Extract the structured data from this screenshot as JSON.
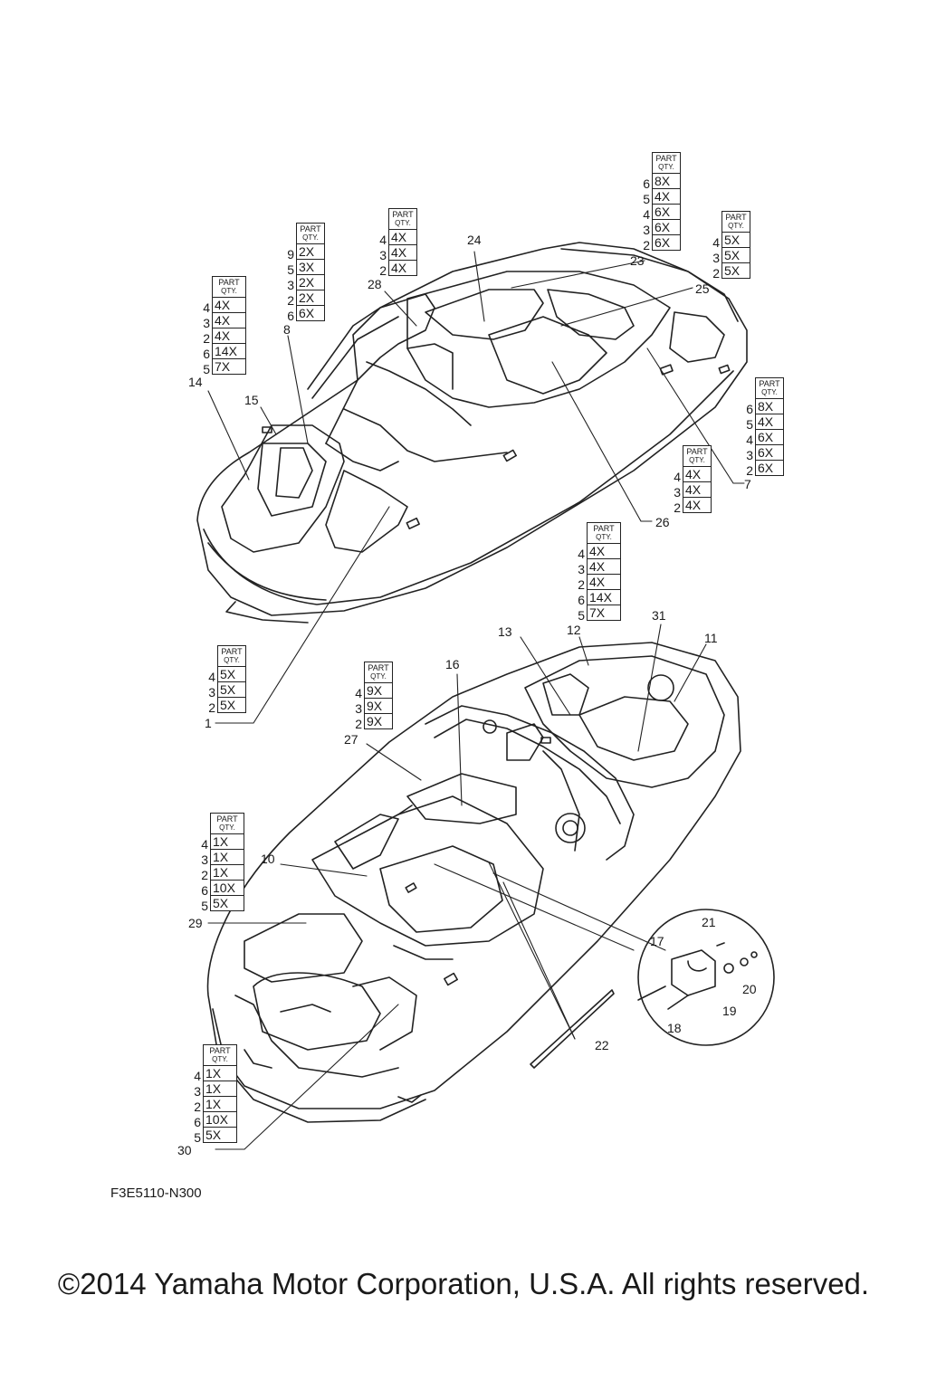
{
  "header": {
    "part": "PART",
    "qty": "QTY."
  },
  "qty_boxes": [
    {
      "id": "14",
      "rows": [
        [
          "4",
          "4X"
        ],
        [
          "3",
          "4X"
        ],
        [
          "2",
          "4X"
        ],
        [
          "6",
          "14X"
        ],
        [
          "5",
          "7X"
        ]
      ]
    },
    {
      "id": "8",
      "rows": [
        [
          "9",
          "2X"
        ],
        [
          "5",
          "3X"
        ],
        [
          "3",
          "2X"
        ],
        [
          "2",
          "2X"
        ],
        [
          "6",
          "6X"
        ]
      ]
    },
    {
      "id": "28",
      "rows": [
        [
          "4",
          "4X"
        ],
        [
          "3",
          "4X"
        ],
        [
          "2",
          "4X"
        ]
      ]
    },
    {
      "id": "23",
      "rows": [
        [
          "6",
          "8X"
        ],
        [
          "5",
          "4X"
        ],
        [
          "4",
          "6X"
        ],
        [
          "3",
          "6X"
        ],
        [
          "2",
          "6X"
        ]
      ]
    },
    {
      "id": "25",
      "rows": [
        [
          "4",
          "5X"
        ],
        [
          "3",
          "5X"
        ],
        [
          "2",
          "5X"
        ]
      ]
    },
    {
      "id": "7",
      "rows": [
        [
          "6",
          "8X"
        ],
        [
          "5",
          "4X"
        ],
        [
          "4",
          "6X"
        ],
        [
          "3",
          "6X"
        ],
        [
          "2",
          "6X"
        ]
      ]
    },
    {
      "id": "26",
      "rows": [
        [
          "4",
          "4X"
        ],
        [
          "3",
          "4X"
        ],
        [
          "2",
          "4X"
        ]
      ]
    },
    {
      "id": "12",
      "rows": [
        [
          "4",
          "4X"
        ],
        [
          "3",
          "4X"
        ],
        [
          "2",
          "4X"
        ],
        [
          "6",
          "14X"
        ],
        [
          "5",
          "7X"
        ]
      ]
    },
    {
      "id": "1",
      "rows": [
        [
          "4",
          "5X"
        ],
        [
          "3",
          "5X"
        ],
        [
          "2",
          "5X"
        ]
      ]
    },
    {
      "id": "27",
      "rows": [
        [
          "4",
          "9X"
        ],
        [
          "3",
          "9X"
        ],
        [
          "2",
          "9X"
        ]
      ]
    },
    {
      "id": "29",
      "rows": [
        [
          "4",
          "1X"
        ],
        [
          "3",
          "1X"
        ],
        [
          "2",
          "1X"
        ],
        [
          "6",
          "10X"
        ],
        [
          "5",
          "5X"
        ]
      ]
    },
    {
      "id": "30",
      "rows": [
        [
          "4",
          "1X"
        ],
        [
          "3",
          "1X"
        ],
        [
          "2",
          "1X"
        ],
        [
          "6",
          "10X"
        ],
        [
          "5",
          "5X"
        ]
      ]
    }
  ],
  "callouts": [
    "14",
    "15",
    "8",
    "28",
    "24",
    "23",
    "25",
    "7",
    "26",
    "1",
    "13",
    "12",
    "31",
    "11",
    "16",
    "27",
    "10",
    "29",
    "17",
    "21",
    "20",
    "19",
    "18",
    "22",
    "30"
  ],
  "drawing_code": "F3E5110-N300",
  "copyright": "©2014 Yamaha Motor Corporation, U.S.A. All rights reserved."
}
